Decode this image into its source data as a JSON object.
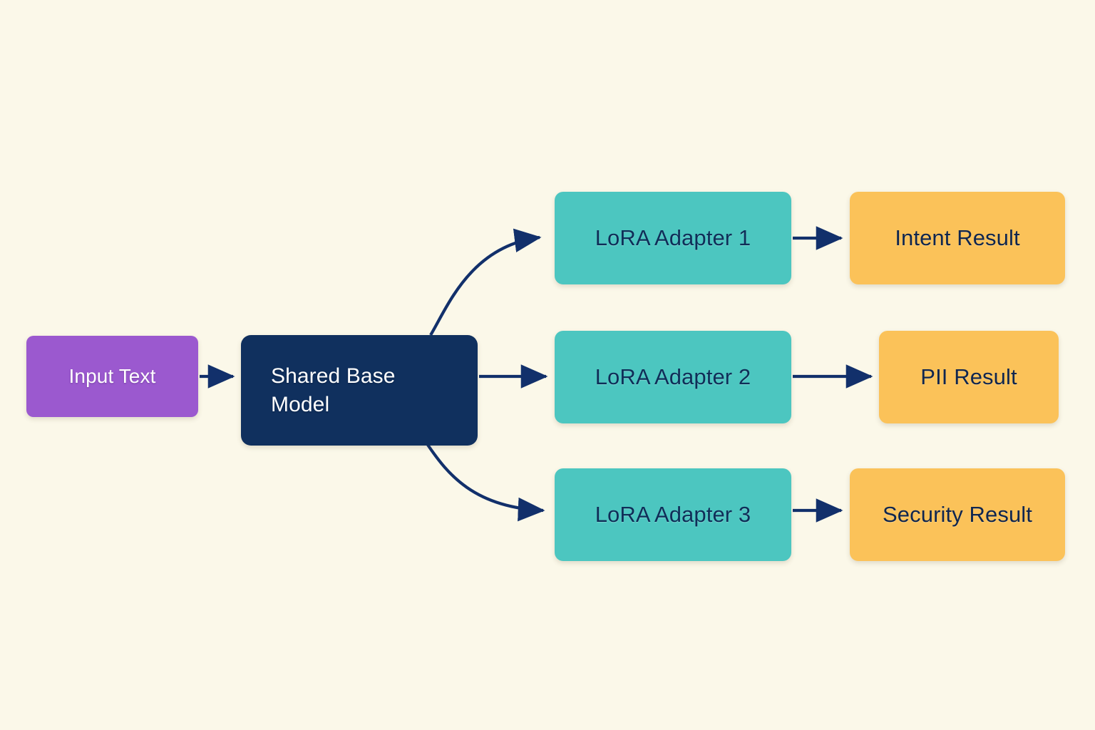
{
  "diagram": {
    "type": "flowchart",
    "background_color": "#FBF8E9",
    "edge_color": "#12306B",
    "nodes": {
      "input": {
        "label": "Input Text",
        "color": "#9B59CF",
        "text_color": "#FFFFFF"
      },
      "base": {
        "label": "Shared Base\nModel",
        "color": "#10305E",
        "text_color": "#FFFFFF"
      },
      "adapter1": {
        "label": "LoRA Adapter 1",
        "color": "#4CC6C0",
        "text_color": "#0F2E58"
      },
      "adapter2": {
        "label": "LoRA Adapter 2",
        "color": "#4CC6C0",
        "text_color": "#0F2E58"
      },
      "adapter3": {
        "label": "LoRA Adapter 3",
        "color": "#4CC6C0",
        "text_color": "#0F2E58"
      },
      "result1": {
        "label": "Intent Result",
        "color": "#FBC259",
        "text_color": "#10264E"
      },
      "result2": {
        "label": "PII Result",
        "color": "#FBC259",
        "text_color": "#10264E"
      },
      "result3": {
        "label": "Security Result",
        "color": "#FBC259",
        "text_color": "#10264E"
      }
    },
    "edges": [
      {
        "from": "input",
        "to": "base",
        "style": "straight"
      },
      {
        "from": "base",
        "to": "adapter1",
        "style": "curved"
      },
      {
        "from": "base",
        "to": "adapter2",
        "style": "straight"
      },
      {
        "from": "base",
        "to": "adapter3",
        "style": "curved"
      },
      {
        "from": "adapter1",
        "to": "result1",
        "style": "straight"
      },
      {
        "from": "adapter2",
        "to": "result2",
        "style": "straight"
      },
      {
        "from": "adapter3",
        "to": "result3",
        "style": "straight"
      }
    ]
  }
}
